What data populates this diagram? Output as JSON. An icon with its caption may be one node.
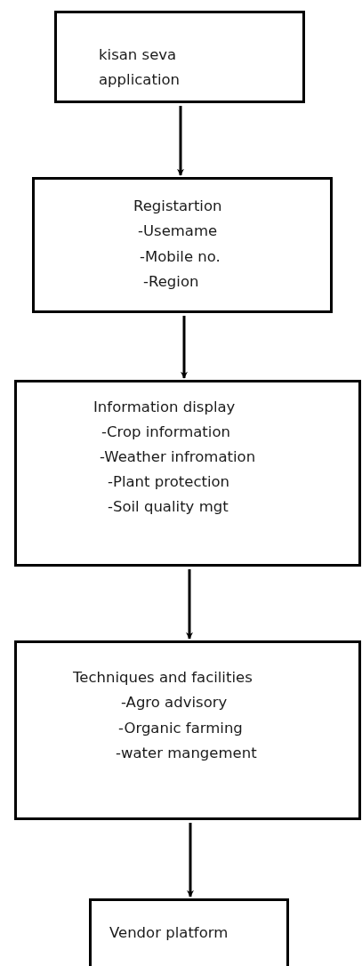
{
  "diagram": {
    "nodes": [
      {
        "text": [
          "kisan seva application"
        ]
      },
      {
        "text": [
          "Registartion",
          "-Usemame",
          "-Mobile no.",
          "-Region"
        ]
      },
      {
        "text": [
          "Information display",
          "-Crop information",
          "-Weather infromation",
          "-Plant protection",
          "-Soil quality mgt"
        ]
      },
      {
        "text": [
          "Techniques and facilities",
          "-Agro advisory",
          "-Organic farming",
          "-water mangement"
        ]
      },
      {
        "text": [
          "Vendor platform"
        ]
      }
    ],
    "edges": [
      {
        "from": 0,
        "to": 1,
        "arrow": "to"
      },
      {
        "from": 1,
        "to": 2,
        "arrow": "to"
      },
      {
        "from": 2,
        "to": 3,
        "arrow": "to"
      },
      {
        "from": 3,
        "to": 4,
        "arrow": "to"
      }
    ]
  }
}
